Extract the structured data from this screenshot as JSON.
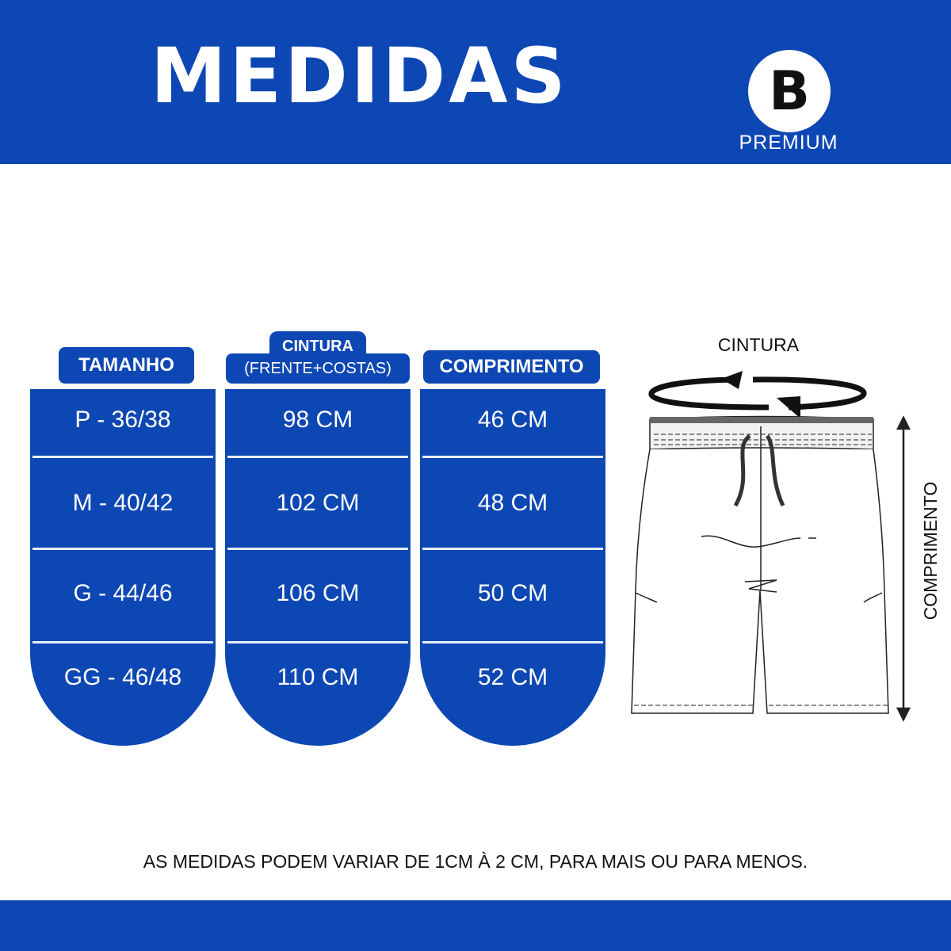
{
  "header": {
    "title": "MEDIDAS",
    "logo_letter": "B",
    "logo_text": "PREMIUM"
  },
  "table": {
    "headers": {
      "size": "TAMANHO",
      "waist_line1": "CINTURA",
      "waist_line2": "(FRENTE+COSTAS)",
      "length": "COMPRIMENTO"
    },
    "rows": [
      {
        "size": "P - 36/38",
        "waist": "98 CM",
        "length": "46 CM"
      },
      {
        "size": "M - 40/42",
        "waist": "102 CM",
        "length": "48 CM"
      },
      {
        "size": "G - 44/46",
        "waist": "106 CM",
        "length": "50 CM"
      },
      {
        "size": "GG - 46/48",
        "waist": "110 CM",
        "length": "52 CM"
      }
    ]
  },
  "diagram": {
    "waist_label": "CINTURA",
    "length_label": "COMPRIMENTO"
  },
  "footer_note": "AS MEDIDAS PODEM VARIAR DE 1CM À 2 CM, PARA MAIS OU PARA MENOS.",
  "colors": {
    "brand_blue": "#0d47b3"
  }
}
